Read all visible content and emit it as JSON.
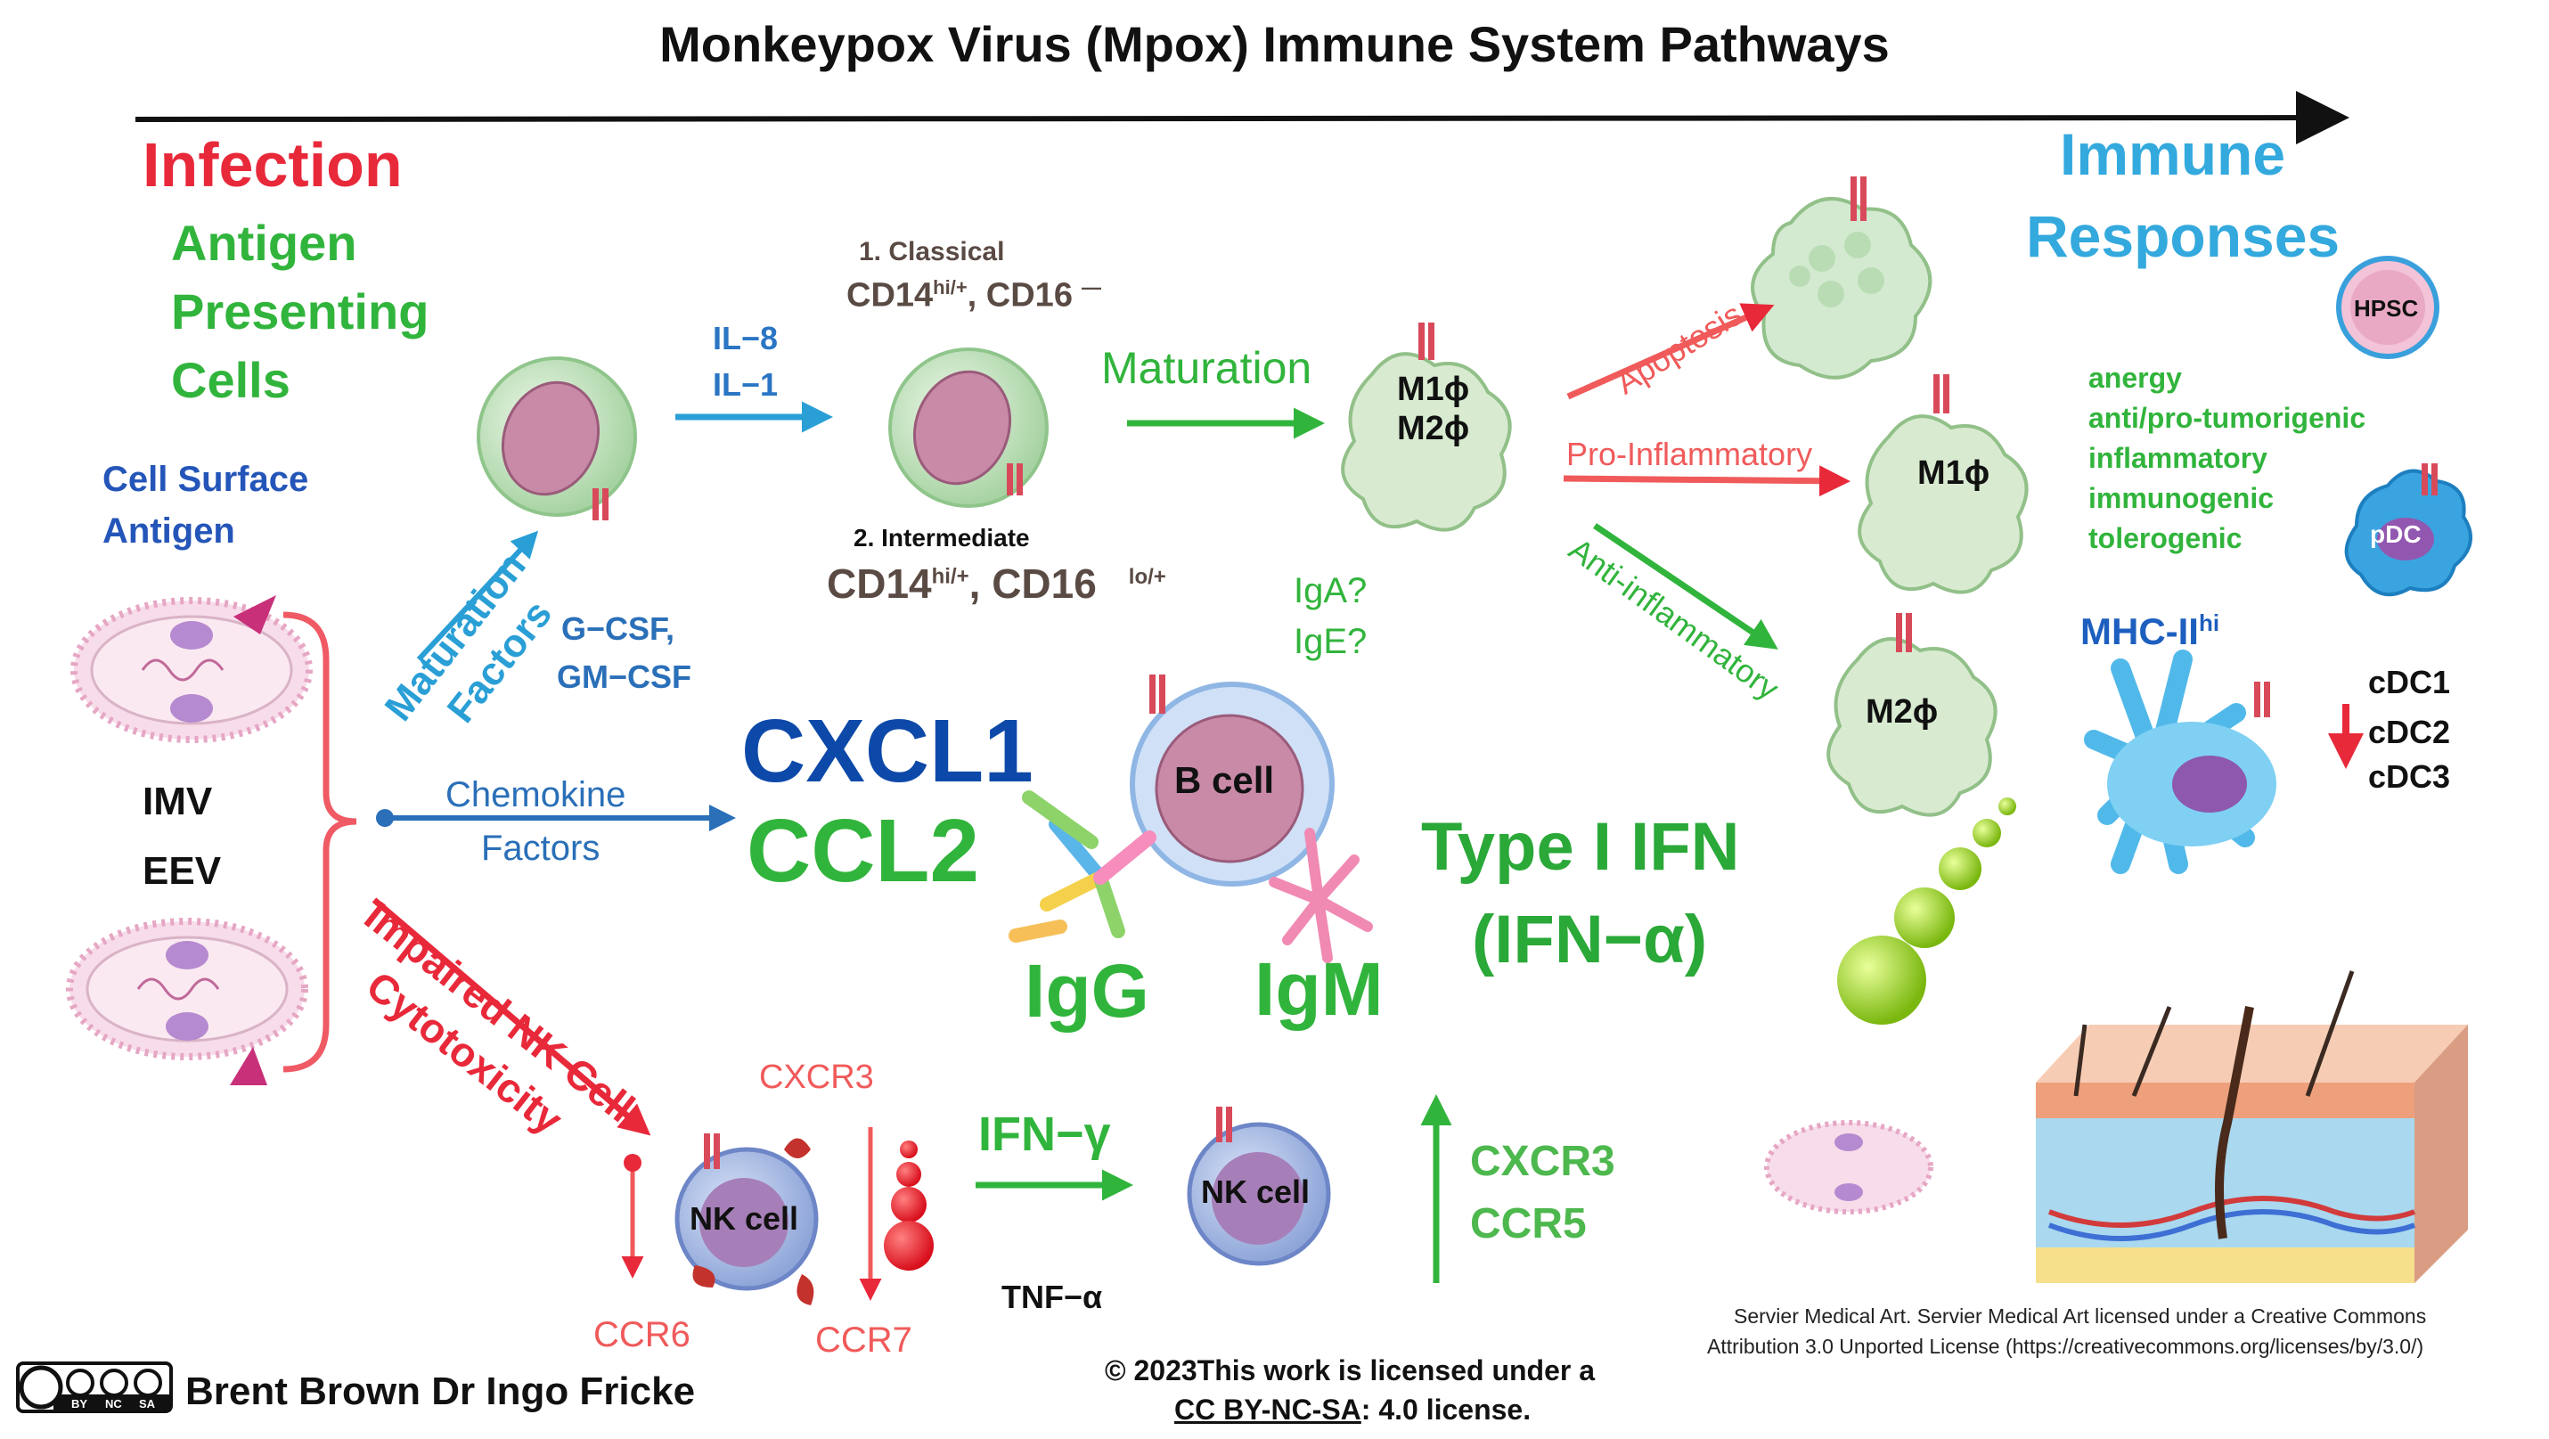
{
  "title": "Monkeypox Virus (Mpox) Immune System Pathways",
  "infection": "Infection",
  "apc": [
    "Antigen",
    "Presenting",
    "Cells"
  ],
  "immune_responses": [
    "Immune",
    "Responses"
  ],
  "cell_surface_antigen": [
    "Cell Surface",
    "Antigen"
  ],
  "virus_forms": [
    "IMV",
    "EEV"
  ],
  "maturation_factors": [
    "Maturation",
    "Factors"
  ],
  "csf": [
    "G−CSF,",
    "GM−CSF"
  ],
  "interleukins": [
    "IL−8",
    "IL−1"
  ],
  "classical": {
    "label": "1. Classical",
    "cd14": "CD14",
    "cd14_sup": "hi/+",
    "sep": ", ",
    "cd16": "CD16",
    "cd16_sup": "—"
  },
  "intermediate": {
    "label": "2. Intermediate",
    "cd14": "CD14",
    "cd14_sup": "hi/+",
    "sep": ", ",
    "cd16": "CD16",
    "cd16_sup": "lo/+"
  },
  "maturation": "Maturation",
  "macrophage_mix": [
    "M1ϕ",
    "M2ϕ"
  ],
  "m1": "M1ϕ",
  "m2": "M2ϕ",
  "apoptosis": "Apoptosis",
  "pro_inflammatory": "Pro-Inflammatory",
  "anti_inflammatory": "Anti-inflammatory",
  "response_types": [
    "anergy",
    "anti/pro-tumorigenic",
    "inflammatory",
    "immunogenic",
    "tolerogenic"
  ],
  "hpsc": "HPSC",
  "pdc": "pDC",
  "mhc": {
    "text": "MHC-II",
    "sup": "hi"
  },
  "cdc": [
    "cDC1",
    "cDC2",
    "cDC3"
  ],
  "chemokine_factors": [
    "Chemokine",
    "Factors"
  ],
  "cxcl1": "CXCL1",
  "ccl2": "CCL2",
  "iga_ige": [
    "IgA?",
    "IgE?"
  ],
  "b_cell": "B cell",
  "igg": "IgG",
  "igm": "IgM",
  "type1_ifn": [
    "Type I IFN",
    "(IFN−α)"
  ],
  "impaired_nk": [
    "Impaired NK Cell",
    "Cytotoxicity"
  ],
  "nk_cell": "NK cell",
  "cxcr3": "CXCR3",
  "ccr6": "CCR6",
  "ccr7": "CCR7",
  "ifn_gamma": "IFN−γ",
  "tnf_alpha": "TNF−α",
  "cxcr3_ccr5": [
    "CXCR3",
    "CCR5"
  ],
  "servier": [
    "Servier Medical Art. Servier Medical Art licensed under a Creative Commons",
    "Attribution 3.0 Unported License (https://creativecommons.org/licenses/by/3.0/)"
  ],
  "authors": "Brent Brown Dr Ingo Fricke",
  "license": [
    "© 2023This work is licensed under a",
    "CC BY-NC-SA",
    ": 4.0 license."
  ],
  "cc_badge": [
    "BY",
    "NC",
    "SA"
  ],
  "colors": {
    "red": "#e8293a",
    "green": "#31b43c",
    "blue": "#2a9fd6",
    "navy": "#1745a8",
    "cell_green": "#cfe8cf",
    "nucleus": "#c98aa8",
    "nk_blue": "#b7c6e8"
  }
}
